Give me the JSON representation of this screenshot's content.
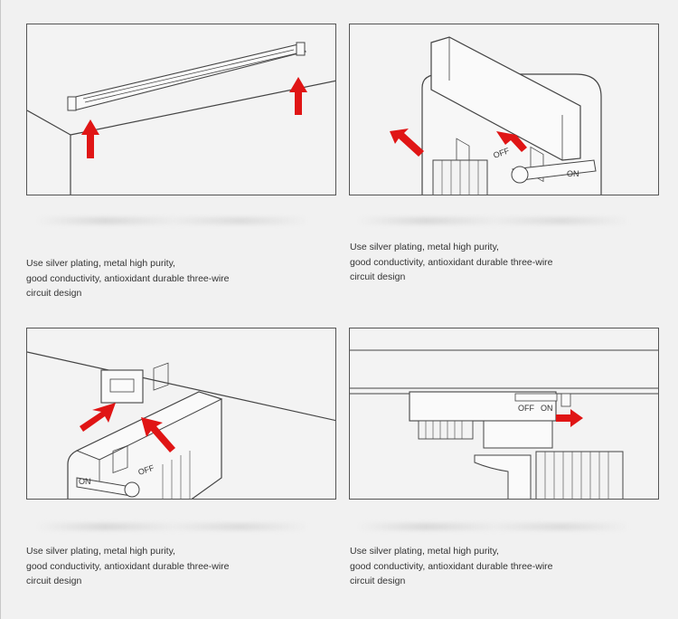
{
  "panels": [
    {
      "caption_lines": [
        "Use silver plating, metal high purity,",
        "good conductivity, antioxidant durable three-wire",
        "circuit design"
      ]
    },
    {
      "caption_lines": [
        "Use silver plating, metal high purity,",
        "good conductivity, antioxidant durable three-wire",
        "circuit design"
      ],
      "switch_off": "OFF",
      "switch_on": "ON"
    },
    {
      "caption_lines": [
        "Use silver plating, metal high purity,",
        "good conductivity, antioxidant durable three-wire",
        "circuit design"
      ],
      "switch_on": "ON",
      "switch_off": "OFF"
    },
    {
      "caption_lines": [
        "Use silver plating, metal high purity,",
        "good conductivity, antioxidant durable three-wire",
        "circuit design"
      ],
      "switch_off": "OFF",
      "switch_on": "ON"
    }
  ],
  "colors": {
    "arrow": "#e01515",
    "line": "#444444",
    "panel_bg": "#f3f3f3"
  },
  "icons": [
    "up-arrow-icon",
    "diagonal-arrow-icon",
    "right-arrow-icon"
  ]
}
